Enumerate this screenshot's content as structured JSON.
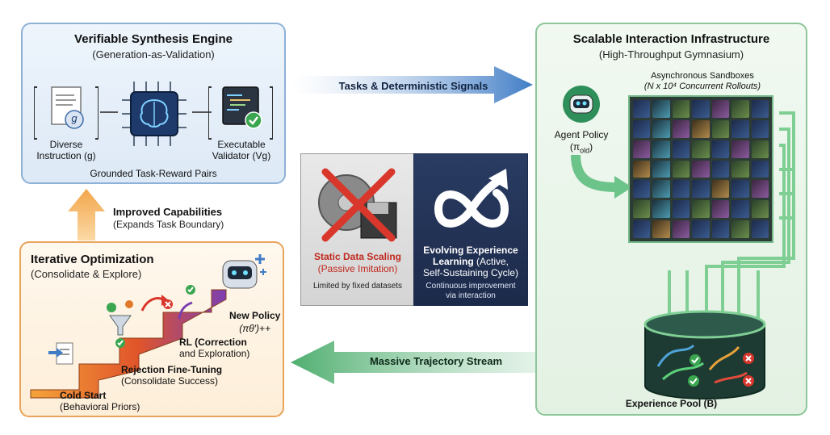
{
  "engine": {
    "title": "Verifiable Synthesis Engine",
    "subtitle": "(Generation-as-Validation)",
    "instruction_label": "Diverse Instruction (g)",
    "instruction_line1": "Diverse",
    "instruction_line2": "Instruction (g)",
    "instruction_glyph": "g",
    "validator_line1": "Executable",
    "validator_line2": "Validator (Vg)",
    "footer": "Grounded Task-Reward Pairs"
  },
  "arrows": {
    "tasks_signals": "Tasks & Deterministic Signals",
    "trajectory_stream": "Massive Trajectory Stream",
    "improved_title": "Improved Capabilities",
    "improved_sub": "(Expands Task Boundary)"
  },
  "infra": {
    "title": "Scalable Interaction Infrastructure",
    "subtitle": "(High-Throughput Gymnasium)",
    "sandboxes_line1": "Asynchronous Sandboxes",
    "sandboxes_line2": "(N x 10⁴ Concurrent Rollouts)",
    "agent_line1": "Agent Policy",
    "agent_line2": "(π",
    "agent_sub": "old",
    "agent_close": ")",
    "pool_label": "Experience Pool (B)"
  },
  "center": {
    "left_title": "Static Data Scaling",
    "left_sub": "(Passive Imitation)",
    "left_note": "Limited by fixed datasets",
    "right_title_line1": "Evolving Experience",
    "right_title_line2": "Learning",
    "right_title_rest": " (Active,",
    "right_sub": "Self-Sustaining Cycle)",
    "right_note_line1": "Continuous improvement",
    "right_note_line2": "via interaction"
  },
  "optim": {
    "title": "Iterative Optimization",
    "subtitle": "(Consolidate & Explore)",
    "new_policy_line1": "New Policy",
    "new_policy_line2": "(πθ′)++",
    "rl_line1": "RL (Correction",
    "rl_line2": "and Exploration)",
    "rft_line1": "Rejection Fine-Tuning",
    "rft_line2": "(Consolidate Success)",
    "cold_line1": "Cold Start",
    "cold_line2": "(Behavioral Priors)"
  },
  "colors": {
    "blue_arrow": "#3f7cc6",
    "green_arrow": "#4fae6f",
    "orange_arrow": "#f2a64b",
    "stair_orange": "#f08a2a",
    "stair_purple": "#7b3fb2"
  }
}
